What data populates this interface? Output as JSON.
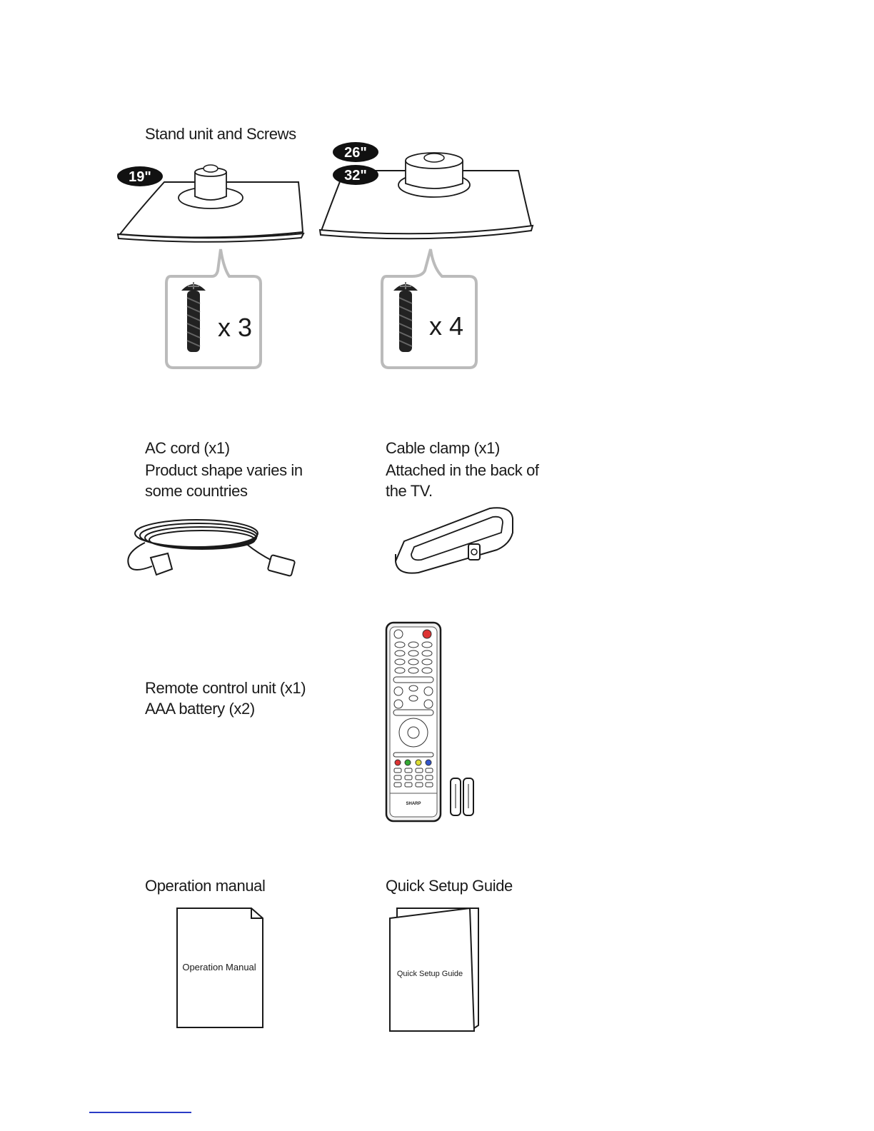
{
  "stand": {
    "title": "Stand unit and Screws",
    "badges": [
      "19\"",
      "26\"",
      "32\""
    ],
    "small_screw_qty": "x 3",
    "large_screw_qty": "x 4"
  },
  "ac_cord": {
    "line1": "AC cord (x1)",
    "line2": "Product shape varies in",
    "line3": "some countries"
  },
  "cable_clamp": {
    "line1": "Cable clamp (x1)",
    "line2": "Attached in the back of",
    "line3": "the TV."
  },
  "remote": {
    "line1": "Remote control unit (x1)",
    "line2": "AAA battery (x2)",
    "brand": "SHARP"
  },
  "manual": {
    "label": "Operation manual",
    "cover_text": "Operation Manual"
  },
  "quick_guide": {
    "label": "Quick Setup Guide",
    "cover_text": "Quick Setup Guide"
  }
}
